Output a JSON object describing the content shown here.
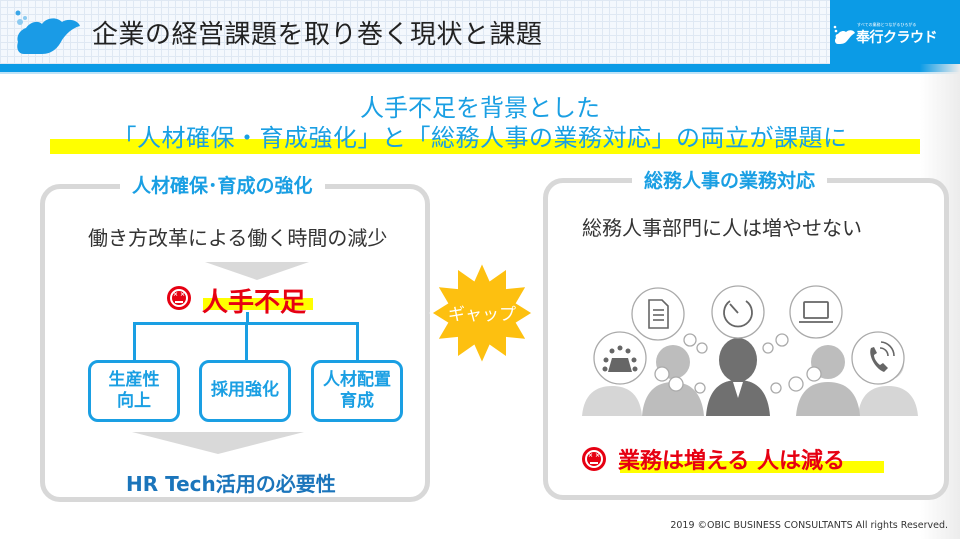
{
  "header": {
    "title": "企業の経営課題を取り巻く現状と課題",
    "brand": {
      "tagline": "すべての業務とつながるひろがる",
      "name": "奉行クラウド"
    },
    "colors": {
      "accent": "#0b9be6",
      "alert": "#e60012",
      "highlight": "#ffff00"
    }
  },
  "lead": {
    "line1": "人手不足を背景とした",
    "line2": "「人材確保・育成強化」と「総務人事の業務対応」の両立が課題に"
  },
  "left_panel": {
    "title": "人材確保･育成の強化",
    "subtext": "働き方改革による働く時間の減少",
    "alert": "人手不足",
    "boxes": [
      {
        "line1": "生産性",
        "line2": "向上"
      },
      {
        "line1": "採用強化",
        "line2": ""
      },
      {
        "line1": "人材配置",
        "line2": "育成"
      }
    ],
    "conclusion": "HR Tech活用の必要性"
  },
  "gap_badge": {
    "label": "ギャップ"
  },
  "right_panel": {
    "title": "総務人事の業務対応",
    "subtext": "総務人事部門に人は増やせない",
    "icons": [
      "meeting-icon",
      "document-icon",
      "timer-icon",
      "laptop-icon",
      "phone-icon"
    ],
    "alert": "業務は増える 人は減る"
  },
  "footer": {
    "copyright": "2019 ©OBIC BUSINESS CONSULTANTS All rights Reserved."
  }
}
